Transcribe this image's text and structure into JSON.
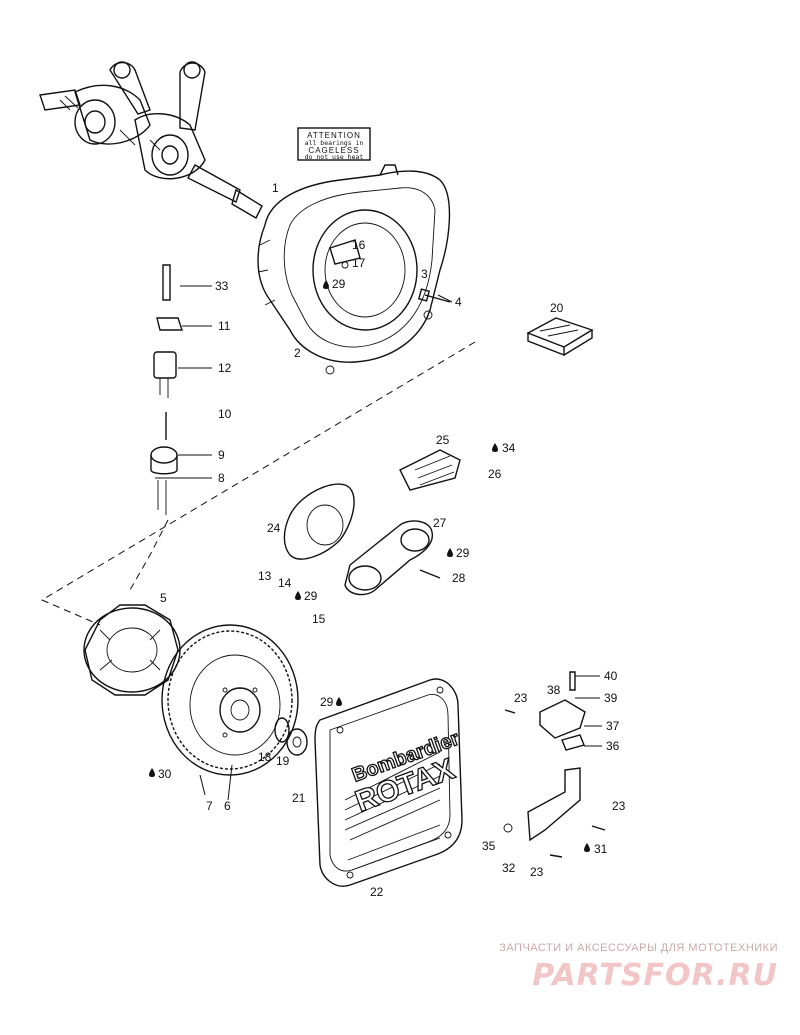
{
  "attention_label": {
    "lines": [
      "ATTENTION",
      "all bearings in",
      "CAGELESS",
      "do not use heat"
    ]
  },
  "brand_text": [
    "Bombardier",
    "ROTAX"
  ],
  "callouts": [
    {
      "id": "c1",
      "text": "1"
    },
    {
      "id": "c2",
      "text": "2"
    },
    {
      "id": "c3",
      "text": "3"
    },
    {
      "id": "c4",
      "text": "4"
    },
    {
      "id": "c16",
      "text": "16"
    },
    {
      "id": "c17",
      "text": "17"
    },
    {
      "id": "c29a",
      "text": "29"
    },
    {
      "id": "c20",
      "text": "20"
    },
    {
      "id": "c33",
      "text": "33"
    },
    {
      "id": "c11",
      "text": "11"
    },
    {
      "id": "c12",
      "text": "12"
    },
    {
      "id": "c10",
      "text": "10"
    },
    {
      "id": "c9",
      "text": "9"
    },
    {
      "id": "c8",
      "text": "8"
    },
    {
      "id": "c25",
      "text": "25"
    },
    {
      "id": "c34",
      "text": "34"
    },
    {
      "id": "c26",
      "text": "26"
    },
    {
      "id": "c24",
      "text": "24"
    },
    {
      "id": "c27",
      "text": "27"
    },
    {
      "id": "c29b",
      "text": "29"
    },
    {
      "id": "c28",
      "text": "28"
    },
    {
      "id": "c13",
      "text": "13"
    },
    {
      "id": "c14",
      "text": "14"
    },
    {
      "id": "c29c",
      "text": "29"
    },
    {
      "id": "c15",
      "text": "15"
    },
    {
      "id": "c5",
      "text": "5"
    },
    {
      "id": "c40",
      "text": "40"
    },
    {
      "id": "c38",
      "text": "38"
    },
    {
      "id": "c39",
      "text": "39"
    },
    {
      "id": "c29d",
      "text": "29"
    },
    {
      "id": "c23a",
      "text": "23"
    },
    {
      "id": "c37",
      "text": "37"
    },
    {
      "id": "c36",
      "text": "36"
    },
    {
      "id": "c18",
      "text": "18"
    },
    {
      "id": "c19",
      "text": "19"
    },
    {
      "id": "c30",
      "text": "30"
    },
    {
      "id": "c21",
      "text": "21"
    },
    {
      "id": "c7",
      "text": "7"
    },
    {
      "id": "c6",
      "text": "6"
    },
    {
      "id": "c23b",
      "text": "23"
    },
    {
      "id": "c35",
      "text": "35"
    },
    {
      "id": "c31",
      "text": "31"
    },
    {
      "id": "c32",
      "text": "32"
    },
    {
      "id": "c23c",
      "text": "23"
    },
    {
      "id": "c22",
      "text": "22"
    }
  ],
  "watermark": {
    "caption": "ЗАПЧАСТИ И АКСЕССУАРЫ ДЛЯ МОТОТЕХНИКИ",
    "logo": "PARTSFOR.RU"
  },
  "colors": {
    "line": "#111111",
    "watermark_caption": "#c9a9a9",
    "watermark_logo": "#f2c6c6"
  }
}
